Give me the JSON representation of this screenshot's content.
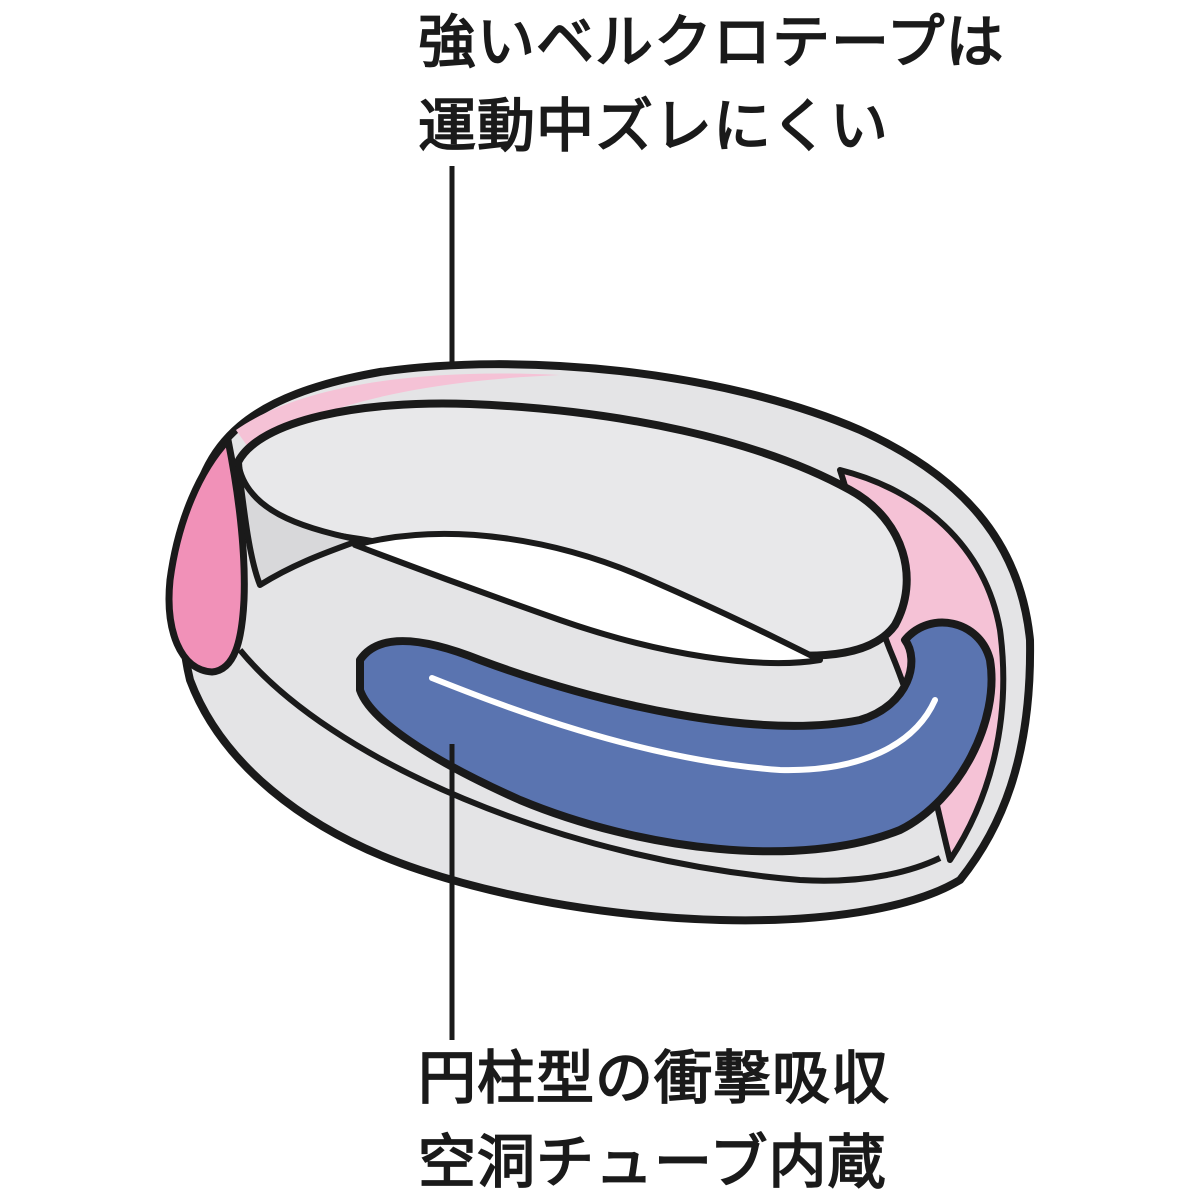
{
  "callouts": {
    "top": {
      "line1": "強いベルクロテープは",
      "line2": "運動中ズレにくい"
    },
    "bottom": {
      "line1": "円柱型の衝撃吸収",
      "line2": "空洞チューブ内蔵"
    }
  },
  "colors": {
    "band_gray": "#e4e4e6",
    "inner_gray": "#d8d8da",
    "pink": "#f191b8",
    "pink_light": "#f5c2d6",
    "tube_blue": "#5a74b0",
    "outline": "#1a1a1a"
  }
}
